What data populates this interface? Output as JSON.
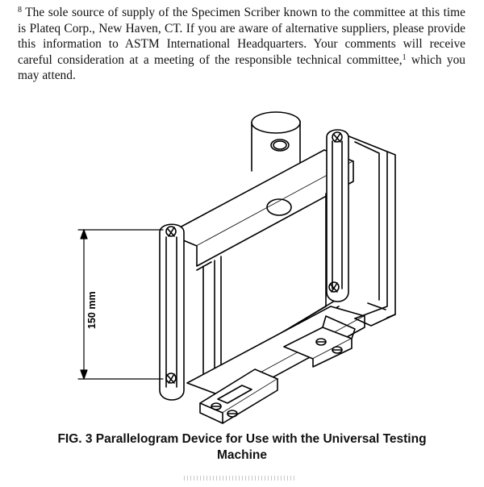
{
  "footnote": {
    "marker": "8",
    "text_before": "The sole source of supply of the Specimen Scriber known to the committee at this time is Plateq Corp., New Haven, CT. If you are aware of alternative suppliers, please provide this information to ASTM International Headquarters. Your comments will receive careful consideration at a meeting of the responsible technical committee,",
    "ref": "1",
    "text_after": " which you may attend."
  },
  "figure": {
    "dimension_label": "150 mm"
  },
  "caption": {
    "line1": "FIG. 3 Parallelogram Device for Use with the Universal Testing",
    "line2": "Machine"
  }
}
